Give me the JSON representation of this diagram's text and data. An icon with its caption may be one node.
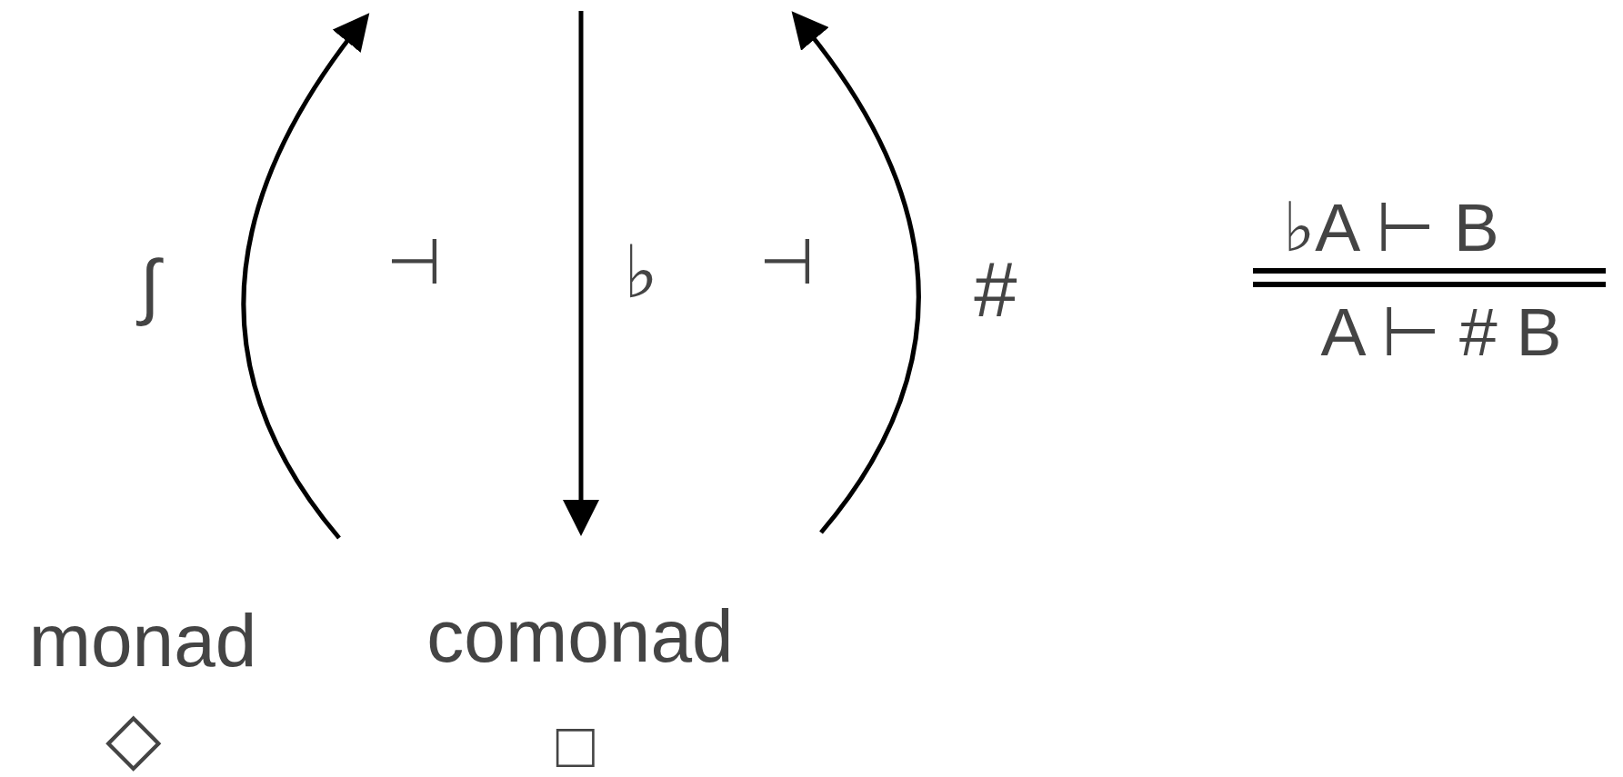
{
  "diagram": {
    "labels": [
      "∫",
      "⊣",
      "♭",
      "⊣",
      "#",
      "♭A ⊢ B",
      "A ⊢ # B",
      "monad",
      "comonad",
      "◇",
      "□"
    ]
  }
}
